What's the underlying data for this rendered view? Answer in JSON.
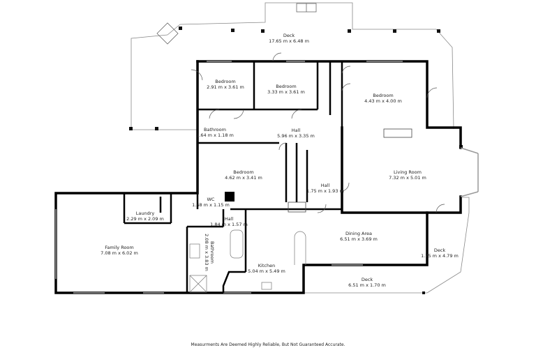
{
  "rooms": [
    {
      "name": "Deck",
      "size": "17.65 m x 6.48 m"
    },
    {
      "name": "Bedroom",
      "size": "2.91 m x 3.61 m"
    },
    {
      "name": "Bedroom",
      "size": "3.33 m x 3.61 m"
    },
    {
      "name": "Bedroom",
      "size": "4.43 m x 4.00 m"
    },
    {
      "name": "Bathroom",
      "size": "1.64 m x 1.18 m"
    },
    {
      "name": "Hall",
      "size": "5.96 m x 3.35 m"
    },
    {
      "name": "Bedroom",
      "size": "4.62 m x 3.41 m"
    },
    {
      "name": "Hall",
      "size": "1.75 m x 1.93 m"
    },
    {
      "name": "Living Room",
      "size": "7.32 m x 5.01 m"
    },
    {
      "name": "WC",
      "size": "1.68 m x 1.15 m"
    },
    {
      "name": "Laundry",
      "size": "2.29 m x 2.09 m"
    },
    {
      "name": "Hall",
      "size": "1.84 m x 1.57 m"
    },
    {
      "name": "Family Room",
      "size": "7.08 m x 6.02 m"
    },
    {
      "name": "Bathroom",
      "size": "2.08 m x 3.83 m"
    },
    {
      "name": "Dining Area",
      "size": "6.51 m x 3.69 m"
    },
    {
      "name": "Kitchen",
      "size": "5.04 m x 5.49 m"
    },
    {
      "name": "Deck",
      "size": "1.75 m x 4.79 m"
    },
    {
      "name": "Deck",
      "size": "6.51 m x 1.70 m"
    }
  ],
  "footer": "Measurments Are Deemed Highly Reliable, But Not Guaranteed Accurate."
}
